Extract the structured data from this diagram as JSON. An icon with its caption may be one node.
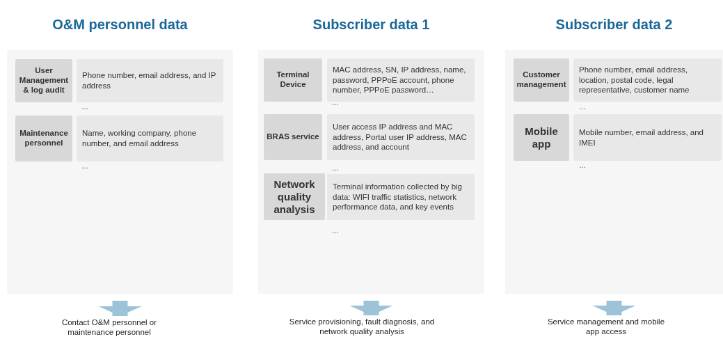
{
  "diagram": {
    "nodes": [
      {
        "text": [
          "O&M personnel data"
        ]
      },
      {
        "text": [
          "User Management & log audit"
        ],
        "in": 0
      },
      {
        "text": [
          "Phone number, email address, and IP address"
        ],
        "in": 0
      },
      {
        "text": [
          "Maintenance personnel"
        ],
        "in": 0
      },
      {
        "text": [
          "Name, working company, phone number, and email address"
        ],
        "in": 0
      },
      {
        "text": [
          "Subscriber data 1"
        ]
      },
      {
        "text": [
          "Terminal Device"
        ],
        "in": 5
      },
      {
        "text": [
          "MAC address, SN, IP address, name, password, PPPoE account, phone number, PPPoE password…"
        ],
        "in": 5
      },
      {
        "text": [
          "BRAS service"
        ],
        "in": 5
      },
      {
        "text": [
          "User access IP address and MAC address, Portal user IP address, MAC address, and account"
        ],
        "in": 5
      },
      {
        "text": [
          "Network quality analysis"
        ],
        "in": 5
      },
      {
        "text": [
          "Terminal information collected by big data: WIFI traffic statistics, network performance data, and key events"
        ],
        "in": 5
      },
      {
        "text": [
          "Subscriber data 2"
        ]
      },
      {
        "text": [
          "Customer management"
        ],
        "in": 12
      },
      {
        "text": [
          "Phone number, email address, location, postal code, legal representative, customer name"
        ],
        "in": 12
      },
      {
        "text": [
          "Mobile app"
        ],
        "in": 12
      },
      {
        "text": [
          "Mobile number, email address, and IMEI"
        ],
        "in": 12
      },
      {
        "text": [
          "Contact O&M personnel or maintenance personnel"
        ]
      },
      {
        "text": [
          "Service provisioning, fault diagnosis, and network quality analysis"
        ]
      },
      {
        "text": [
          "Service management and mobile app access"
        ]
      }
    ],
    "edges": [
      {
        "from": 0,
        "to": 17,
        "arrow": "to"
      },
      {
        "from": 5,
        "to": 18,
        "arrow": "to"
      },
      {
        "from": 12,
        "to": 19,
        "arrow": "to"
      }
    ],
    "labels": [
      "…",
      "…",
      "…",
      "…",
      "…",
      "…",
      "…"
    ]
  }
}
